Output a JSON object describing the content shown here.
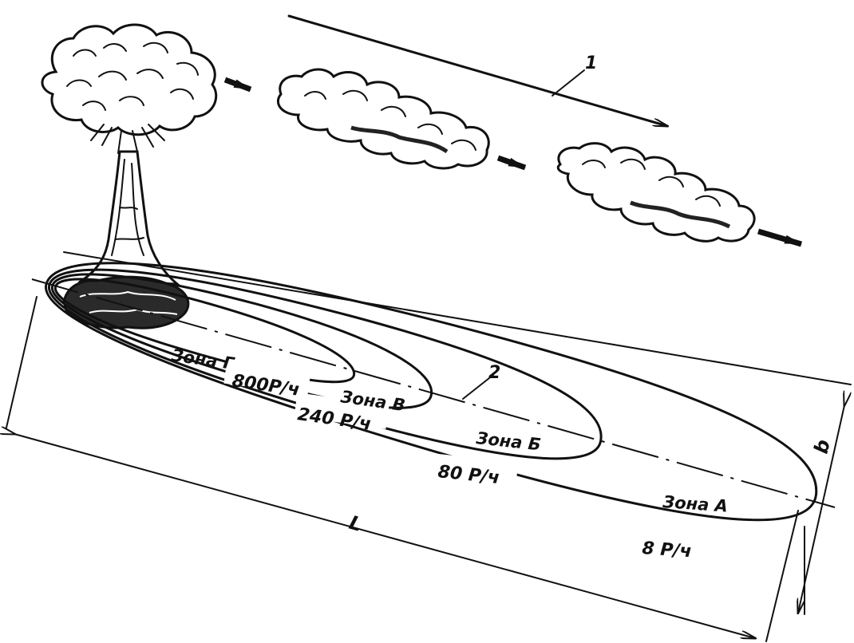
{
  "diagram": {
    "callouts": {
      "wind_direction": "1",
      "trace_axis": "2"
    },
    "zones": [
      {
        "name": "Зона Г",
        "dose": "800Р/ч"
      },
      {
        "name": "Зона В",
        "dose": "240 Р/ч"
      },
      {
        "name": "Зона Б",
        "dose": "80 Р/ч"
      },
      {
        "name": "Зона А",
        "dose": "8 Р/ч"
      }
    ],
    "dimensions": {
      "length": "L",
      "width": "b"
    },
    "colors": {
      "ink": "#111111",
      "paper": "#ffffff"
    }
  }
}
